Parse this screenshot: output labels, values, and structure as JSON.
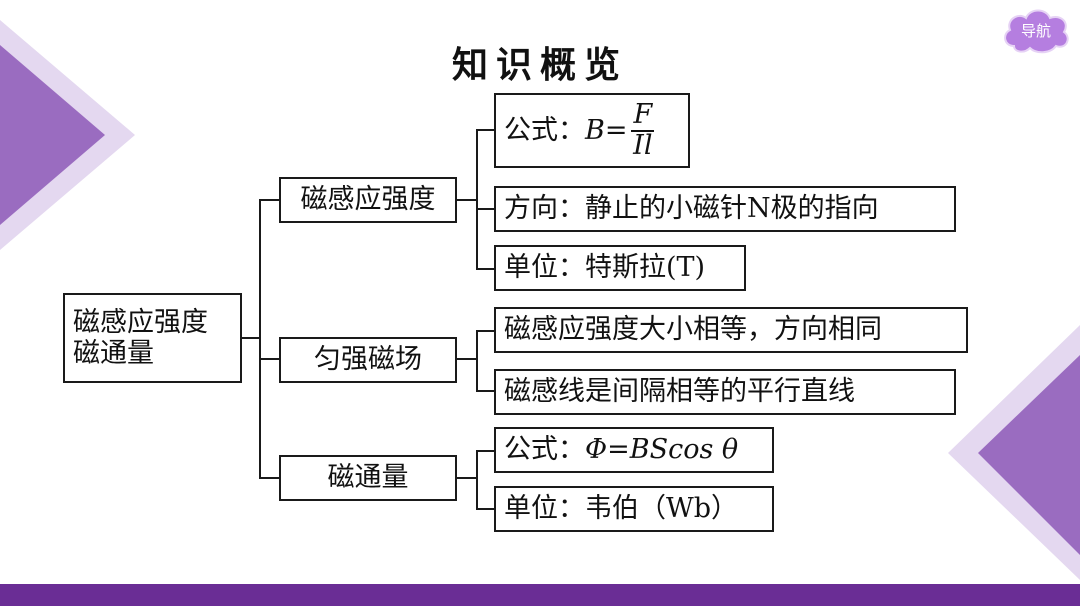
{
  "title": "知识概览",
  "nav": {
    "label": "导航"
  },
  "root": {
    "line1": "磁感应强度",
    "line2": "磁通量"
  },
  "branches": {
    "b1": {
      "label": "磁感应强度",
      "formula": {
        "prefix": "公式：",
        "lhs": "B",
        "eq": "=",
        "num": "F",
        "den": "Il"
      },
      "direction": "方向：静止的小磁针N极的指向",
      "unit": "单位：特斯拉(T)"
    },
    "b2": {
      "label": "匀强磁场",
      "item1": "磁感应强度大小相等，方向相同",
      "item2": "磁感线是间隔相等的平行直线"
    },
    "b3": {
      "label": "磁通量",
      "formula": {
        "prefix": "公式：",
        "expr": "Φ=BScos θ"
      },
      "unit": "单位：韦伯（Wb）"
    }
  },
  "colors": {
    "accent": "#6a2d95",
    "triangle_light": "#d9c8ea",
    "triangle_dark": "#9a6cc0",
    "badge": "#b57ee0"
  }
}
